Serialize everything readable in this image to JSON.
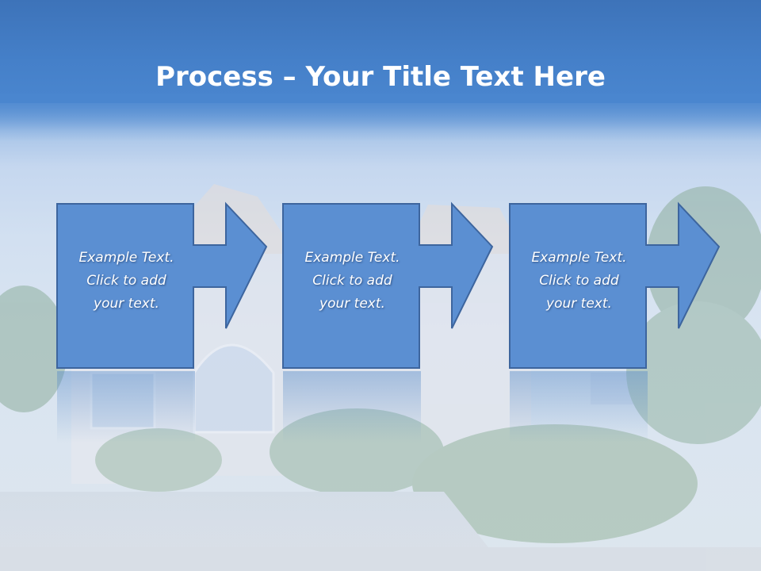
{
  "slide": {
    "title_bold": "Process",
    "title_rest": " – Your Title Text Here",
    "steps": [
      {
        "line1": "Example Text.",
        "line2": "Click  to add",
        "line3": "your text."
      },
      {
        "line1": "Example Text.",
        "line2": "Click  to add",
        "line3": "your text."
      },
      {
        "line1": "Example Text.",
        "line2": "Click  to add",
        "line3": "your text."
      }
    ]
  },
  "colors": {
    "header": "#3f78c2",
    "box_fill": "#5b8fd2",
    "box_stroke": "#3d659e",
    "title_text": "#ffffff",
    "step_text": "#ffffff"
  },
  "icons": [
    "arrow-right-icon"
  ]
}
